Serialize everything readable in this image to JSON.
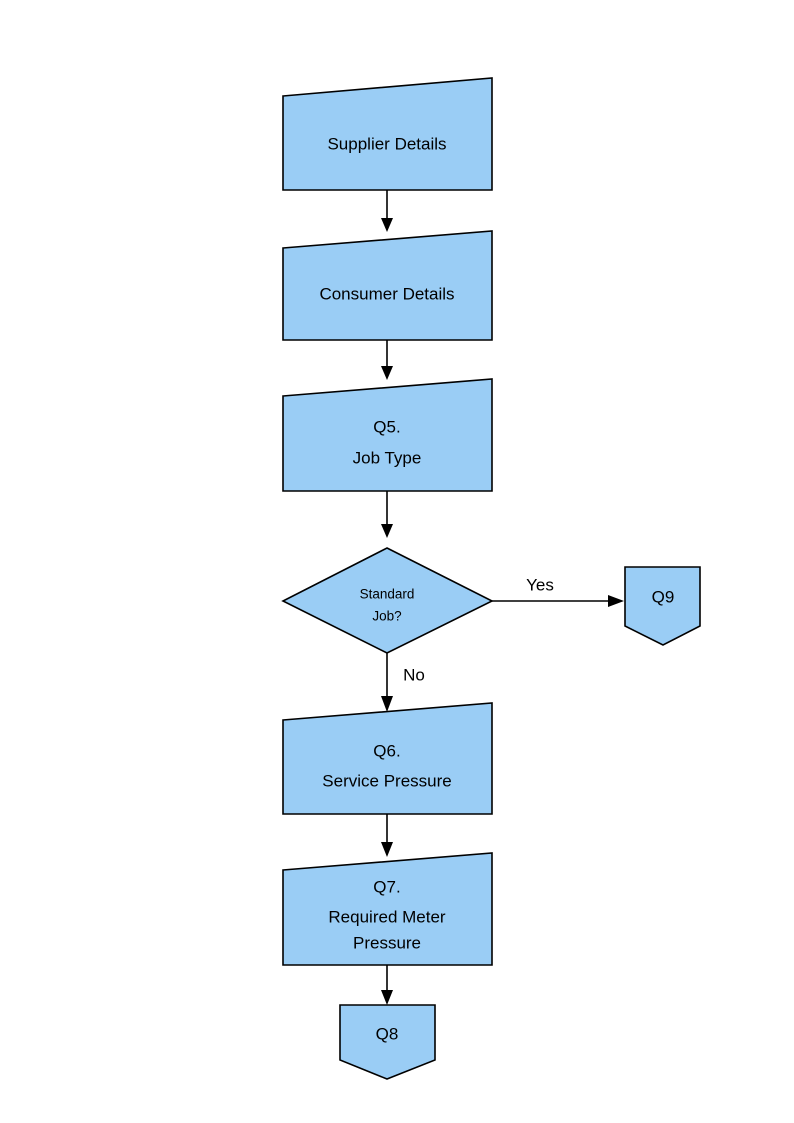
{
  "diagram": {
    "type": "flowchart",
    "title": "",
    "colors": {
      "node_fill": "#9ACDF5",
      "node_stroke": "#000000",
      "background": "#ffffff",
      "text": "#000000"
    },
    "nodes": [
      {
        "id": "supplier-details",
        "shape": "manual-input",
        "lines": [
          "Supplier Details"
        ],
        "line1": "Supplier Details",
        "line2": "",
        "line3": ""
      },
      {
        "id": "consumer-details",
        "shape": "manual-input",
        "lines": [
          "Consumer Details"
        ],
        "line1": "Consumer Details",
        "line2": "",
        "line3": ""
      },
      {
        "id": "q5-job-type",
        "shape": "manual-input",
        "lines": [
          "Q5.",
          "Job Type"
        ],
        "line1": "Q5.",
        "line2": "Job Type",
        "line3": ""
      },
      {
        "id": "standard-job-decision",
        "shape": "diamond",
        "lines": [
          "Standard",
          "Job?"
        ],
        "line1": "Standard",
        "line2": "Job?",
        "line3": ""
      },
      {
        "id": "q9-connector",
        "shape": "pentagon-down",
        "lines": [
          "Q9"
        ],
        "line1": "Q9",
        "line2": "",
        "line3": ""
      },
      {
        "id": "q6-service-pressure",
        "shape": "manual-input",
        "lines": [
          "Q6.",
          "Service Pressure"
        ],
        "line1": "Q6.",
        "line2": "Service Pressure",
        "line3": ""
      },
      {
        "id": "q7-required-meter-pressure",
        "shape": "manual-input",
        "lines": [
          "Q7.",
          "Required Meter",
          "Pressure"
        ],
        "line1": "Q7.",
        "line2": "Required Meter",
        "line3": "Pressure"
      },
      {
        "id": "q8-connector",
        "shape": "pentagon-down",
        "lines": [
          "Q8"
        ],
        "line1": "Q8",
        "line2": "",
        "line3": ""
      }
    ],
    "edges": [
      {
        "id": "e1",
        "from": "supplier-details",
        "to": "consumer-details",
        "label": ""
      },
      {
        "id": "e2",
        "from": "consumer-details",
        "to": "q5-job-type",
        "label": ""
      },
      {
        "id": "e3",
        "from": "q5-job-type",
        "to": "standard-job-decision",
        "label": ""
      },
      {
        "id": "e4",
        "from": "standard-job-decision",
        "to": "q9-connector",
        "label": "Yes"
      },
      {
        "id": "e5",
        "from": "standard-job-decision",
        "to": "q6-service-pressure",
        "label": "No"
      },
      {
        "id": "e6",
        "from": "q6-service-pressure",
        "to": "q7-required-meter-pressure",
        "label": ""
      },
      {
        "id": "e7",
        "from": "q7-required-meter-pressure",
        "to": "q8-connector",
        "label": ""
      }
    ],
    "labels": {
      "yes": "Yes",
      "no": "No"
    }
  }
}
